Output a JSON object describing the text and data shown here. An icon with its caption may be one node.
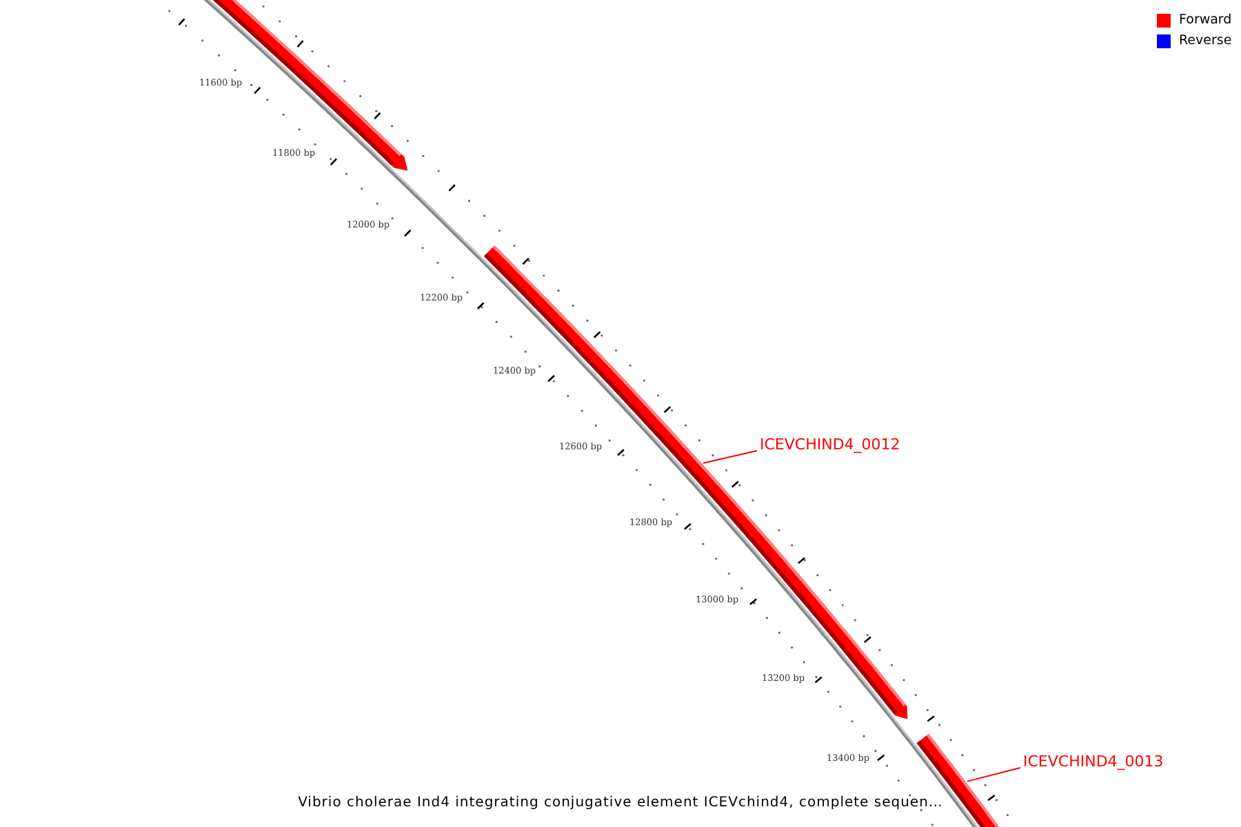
{
  "diagram": {
    "caption": "Vibrio cholerae Ind4 integrating conjugative element ICEVchind4, complete sequen…",
    "nodes": [
      {
        "text": [],
        "shape": "bar"
      },
      {
        "text": [],
        "shape": "bar"
      },
      {
        "text": [],
        "shape": "bar"
      },
      {
        "text": [
          "ICEVCHIND4_0012"
        ]
      },
      {
        "text": [
          "ICEVCHIND4_0013"
        ]
      }
    ],
    "edges": [
      {
        "from": 3,
        "to": 1,
        "arrow": "none"
      },
      {
        "from": 4,
        "to": 2,
        "arrow": "none"
      }
    ],
    "labels": [
      "11600 bp",
      "11800 bp",
      "12000 bp",
      "12200 bp",
      "12400 bp",
      "12600 bp",
      "12800 bp",
      "13000 bp",
      "13200 bp",
      "13400 bp"
    ],
    "legend": [
      {
        "text": "Forward",
        "color": "#ff0000"
      },
      {
        "text": "Reverse",
        "color": "#0000ff"
      }
    ]
  }
}
